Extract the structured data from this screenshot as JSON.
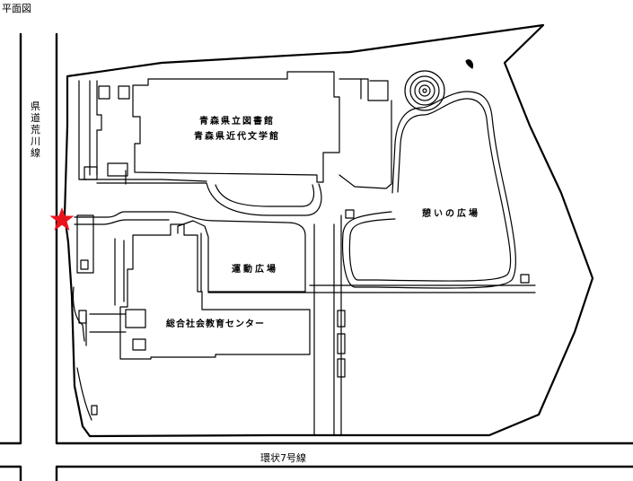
{
  "heading": "平面図",
  "buildings": {
    "library_line1": "青森県立図書館",
    "library_line2": "青森県近代文学館",
    "sports_ground": "運動広場",
    "education_center": "総合社会教育センター",
    "rest_plaza": "憩いの広場"
  },
  "roads": {
    "prefectural_road": "県道荒川線",
    "ring_road": "環状7号線"
  },
  "marker": {
    "icon": "red-star-icon",
    "color": "#e8141c"
  },
  "colors": {
    "line": "#000000",
    "background": "#ffffff"
  }
}
